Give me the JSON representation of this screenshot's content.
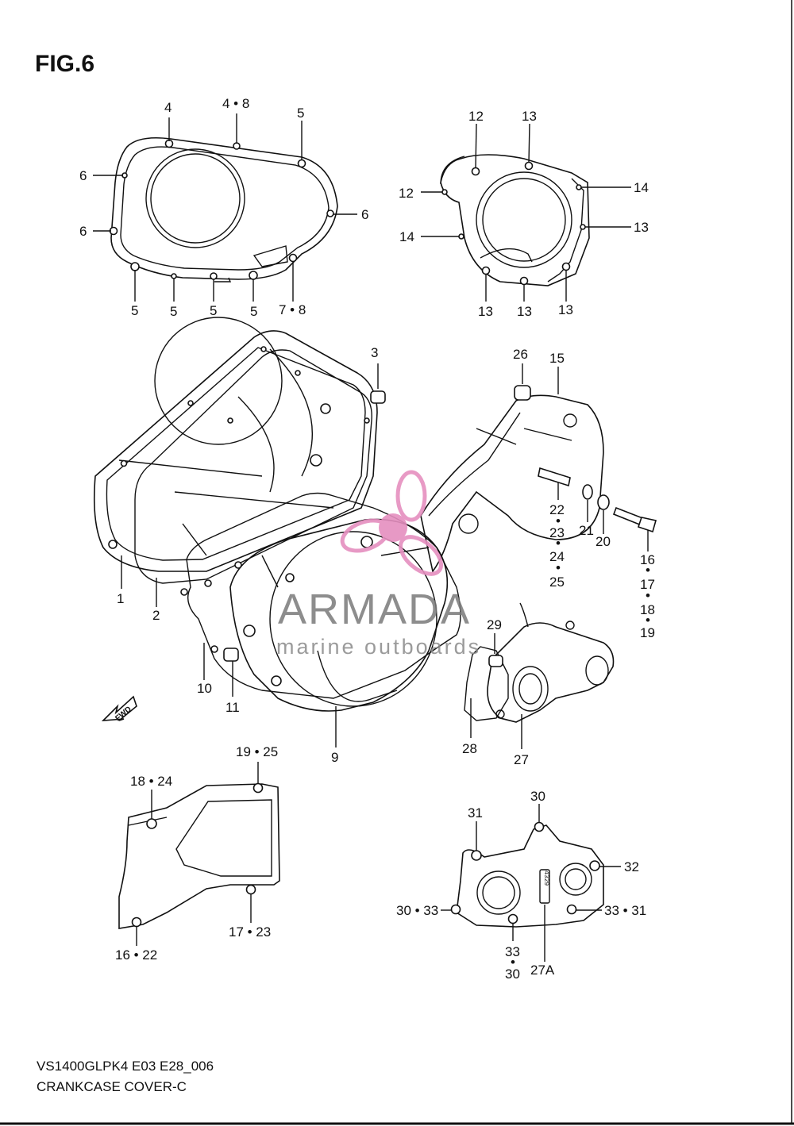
{
  "figure": {
    "title": "FIG.6",
    "model_code": "VS1400GLPK4 E03 E28_006",
    "part_group": "CRANKCASE COVER-C"
  },
  "watermark": {
    "brand": "ARMADA",
    "tagline": "marine outboards",
    "logo_color": "#e58fbf",
    "text_color": "#7a7a7a"
  },
  "direction_arrow": "FWD",
  "part_number_stamp": "4329",
  "callouts": {
    "c_4": "4",
    "c_4_8": "4 • 8",
    "c_5_top": "5",
    "c_6_a": "6",
    "c_6_b": "6",
    "c_6_c": "6",
    "c_5_a": "5",
    "c_5_b": "5",
    "c_5_c": "5",
    "c_5_d": "5",
    "c_7_8": "7 • 8",
    "c_12_top": "12",
    "c_13_top": "13",
    "c_12_left": "12",
    "c_14_right": "14",
    "c_14_left": "14",
    "c_13_right": "13",
    "c_13_b1": "13",
    "c_13_b2": "13",
    "c_13_b3": "13",
    "c_3": "3",
    "c_26": "26",
    "c_15": "15",
    "c_22": "22",
    "c_23": "23",
    "c_24": "24",
    "c_25": "25",
    "c_21": "21",
    "c_20": "20",
    "c_16": "16",
    "c_17": "17",
    "c_18": "18",
    "c_19": "19",
    "c_1": "1",
    "c_2": "2",
    "c_10": "10",
    "c_11": "11",
    "c_9": "9",
    "c_29": "29",
    "c_28": "28",
    "c_27": "27",
    "c_19_25": "19 • 25",
    "c_18_24": "18 • 24",
    "c_17_23": "17 • 23",
    "c_16_22": "16 • 22",
    "c_30_top": "30",
    "c_31_top": "31",
    "c_32": "32",
    "c_30_33": "30 • 33",
    "c_33_31": "33 • 31",
    "c_33_bot": "33",
    "c_30_bot": "30",
    "c_27A": "27A"
  }
}
